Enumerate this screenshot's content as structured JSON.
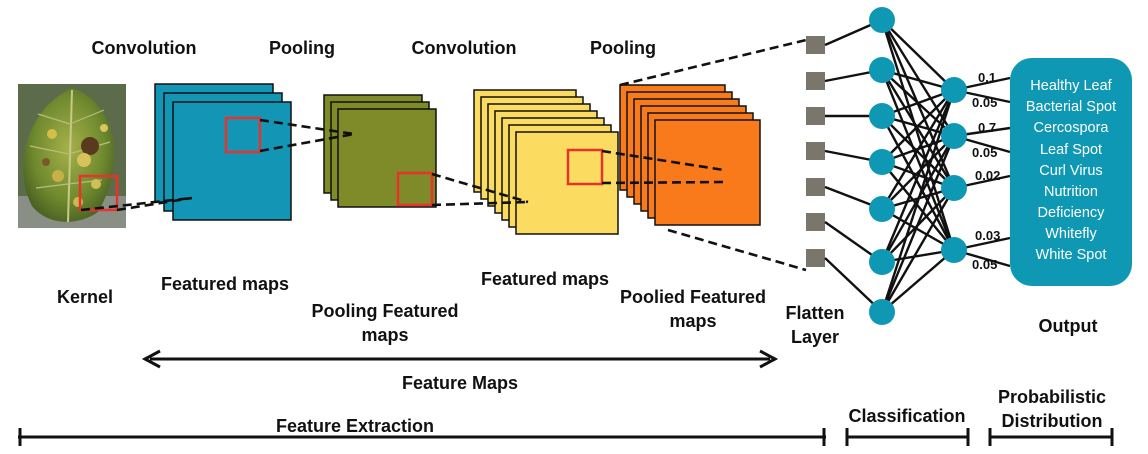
{
  "labels": {
    "conv1": "Convolution",
    "pool1": "Pooling",
    "conv2": "Convolution",
    "pool2": "Pooling",
    "kernel": "Kernel",
    "featured_maps_1": "Featured maps",
    "pooling_featured_maps": "Pooling Featured maps",
    "featured_maps_2": "Featured maps",
    "poolied_featured_maps": "Poolied Featured maps",
    "flatten_layer": "Flatten Layer",
    "output": "Output",
    "feature_maps": "Feature Maps",
    "feature_extraction": "Feature Extraction",
    "classification": "Classification",
    "probabilistic_distribution": "Probabilistic Distribution"
  },
  "output_classes": [
    "Healthy Leaf",
    "Bacterial Spot",
    "Cercospora",
    "Leaf Spot",
    "Curl Virus",
    "Nutrition",
    "Deficiency",
    "Whitefly",
    "White Spot"
  ],
  "probabilities": [
    "0.1",
    "0.05",
    "0.7",
    "0.05",
    "0.02",
    "0.03",
    "0.05"
  ],
  "colors": {
    "conv1_maps": "#1396b5",
    "pool1_maps": "#7f8a29",
    "conv2_maps": "#fbdc61",
    "pool2_maps": "#f97a1b",
    "flatten_units": "#7b766c",
    "neurons": "#0f98b4",
    "kernel_box": "#e8332d",
    "output_box": "#0f98b4"
  }
}
